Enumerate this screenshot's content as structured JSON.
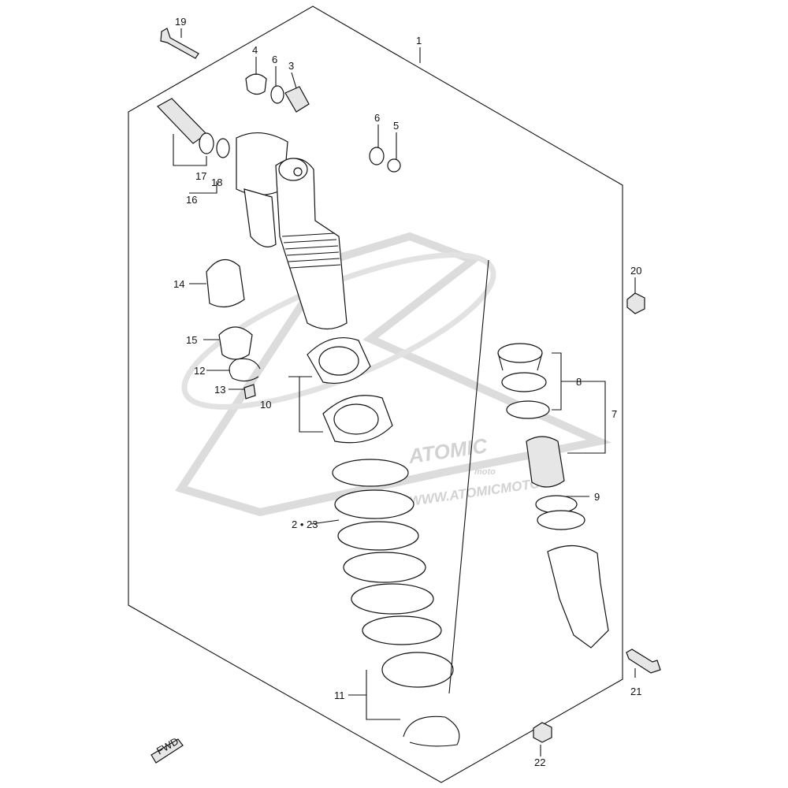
{
  "diagram": {
    "watermark": {
      "brand": "ATOMIC",
      "sub": "moto",
      "url": "WWW.ATOMICMOTO.FR"
    },
    "fwd_label": "FWD",
    "callouts": [
      {
        "id": "c1",
        "text": "1"
      },
      {
        "id": "c19",
        "text": "19"
      },
      {
        "id": "c4",
        "text": "4"
      },
      {
        "id": "c6a",
        "text": "6"
      },
      {
        "id": "c3",
        "text": "3"
      },
      {
        "id": "c6b",
        "text": "6"
      },
      {
        "id": "c5",
        "text": "5"
      },
      {
        "id": "c17",
        "text": "17"
      },
      {
        "id": "c18",
        "text": "18"
      },
      {
        "id": "c16",
        "text": "16"
      },
      {
        "id": "c20",
        "text": "20"
      },
      {
        "id": "c14",
        "text": "14"
      },
      {
        "id": "c15",
        "text": "15"
      },
      {
        "id": "c12",
        "text": "12"
      },
      {
        "id": "c13",
        "text": "13"
      },
      {
        "id": "c10",
        "text": "10"
      },
      {
        "id": "c8",
        "text": "8"
      },
      {
        "id": "c7",
        "text": "7"
      },
      {
        "id": "c9",
        "text": "9"
      },
      {
        "id": "c2_23",
        "text": "2 • 23"
      },
      {
        "id": "c11",
        "text": "11"
      },
      {
        "id": "c21",
        "text": "21"
      },
      {
        "id": "c22",
        "text": "22"
      }
    ]
  }
}
